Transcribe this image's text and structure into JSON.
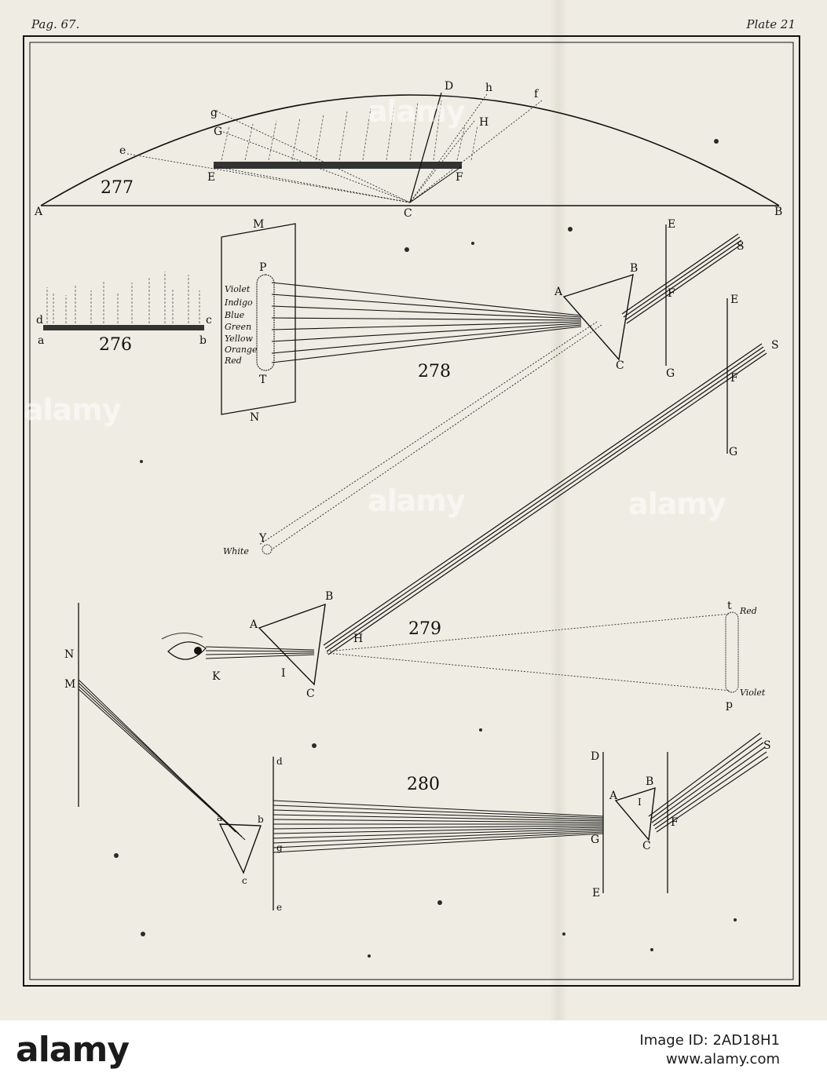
{
  "header": {
    "left": "Pag. 67.",
    "right": "Plate 21"
  },
  "figures": [
    {
      "number": "277",
      "labels": {
        "A": "A",
        "B": "B",
        "C": "C",
        "D": "D",
        "E": "E",
        "F": "F",
        "G": "G",
        "H": "H",
        "e": "e",
        "f": "f",
        "g": "g",
        "h": "h"
      }
    },
    {
      "number": "276",
      "labels": {
        "a": "a",
        "b": "b",
        "c": "c",
        "d": "d"
      }
    },
    {
      "number": "278",
      "labels": {
        "M": "M",
        "N": "N",
        "P": "P",
        "T": "T",
        "A": "A",
        "B": "B",
        "C": "C",
        "E": "E",
        "F": "F",
        "G": "G",
        "S": "S",
        "Y": "Y"
      },
      "colors": [
        "Violet",
        "Indigo",
        "Blue",
        "Green",
        "Yellow",
        "Orange",
        "Red"
      ],
      "white_label": "White"
    },
    {
      "number": "279",
      "labels": {
        "A": "A",
        "B": "B",
        "C": "C",
        "H": "H",
        "I": "I",
        "K": "K",
        "t": "t",
        "p": "p",
        "E": "E",
        "F": "F",
        "G": "G",
        "S": "S"
      },
      "red_label": "Red",
      "violet_label": "Violet"
    },
    {
      "number": "280",
      "labels": {
        "N": "N",
        "M": "M",
        "a": "a",
        "b": "b",
        "c": "c",
        "d": "d",
        "e": "e",
        "g": "g",
        "A": "A",
        "B": "B",
        "C": "C",
        "D": "D",
        "E": "E",
        "F": "F",
        "G": "G",
        "I": "I",
        "S": "S"
      }
    }
  ],
  "watermark": "alamy",
  "footer": {
    "logo": "alamy",
    "image_id": "Image ID: 2AD18H1",
    "site": "www.alamy.com"
  }
}
